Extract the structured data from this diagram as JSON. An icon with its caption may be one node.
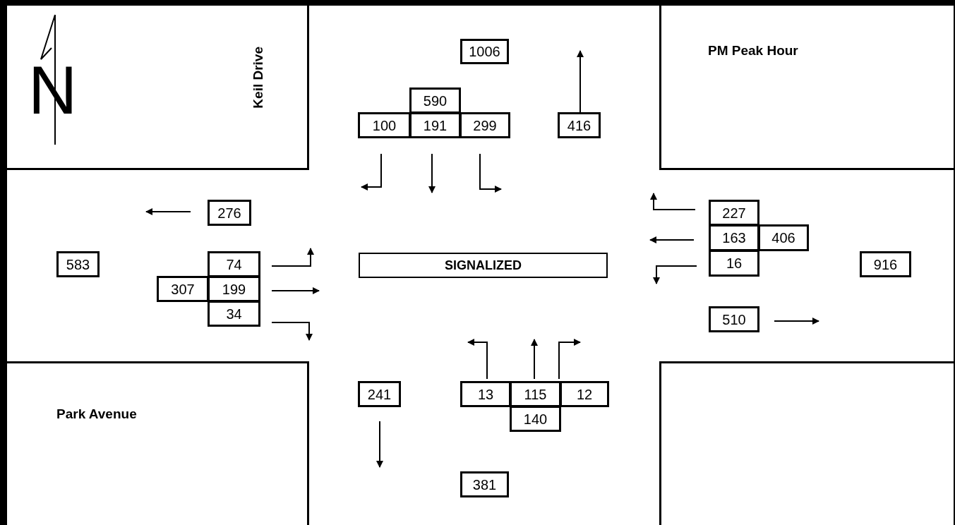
{
  "diagram": {
    "nodes": [
      {
        "text": [
          "Keil Drive"
        ]
      },
      {
        "text": [
          "PM Peak Hour"
        ]
      },
      {
        "text": [
          "1006"
        ]
      },
      {
        "text": [
          "590"
        ]
      },
      {
        "text": [
          "100"
        ]
      },
      {
        "text": [
          "191"
        ]
      },
      {
        "text": [
          "299"
        ]
      },
      {
        "text": [
          "416"
        ]
      },
      {
        "text": [
          "276"
        ]
      },
      {
        "text": [
          "227"
        ]
      },
      {
        "text": [
          "163"
        ]
      },
      {
        "text": [
          "406"
        ]
      },
      {
        "text": [
          "583"
        ]
      },
      {
        "text": [
          "74"
        ]
      },
      {
        "text": [
          "SIGNALIZED"
        ]
      },
      {
        "text": [
          "16"
        ]
      },
      {
        "text": [
          "916"
        ]
      },
      {
        "text": [
          "307"
        ]
      },
      {
        "text": [
          "199"
        ]
      },
      {
        "text": [
          "34"
        ]
      },
      {
        "text": [
          "510"
        ]
      },
      {
        "text": [
          "Park Avenue"
        ]
      },
      {
        "text": [],
        "shape": "box"
      },
      {
        "text": [
          "241"
        ]
      },
      {
        "text": [
          "13"
        ]
      },
      {
        "text": [
          "115"
        ]
      },
      {
        "text": [
          "12"
        ]
      },
      {
        "text": [
          "140"
        ]
      },
      {
        "text": [
          "381"
        ]
      }
    ],
    "labels": [
      "N"
    ]
  }
}
